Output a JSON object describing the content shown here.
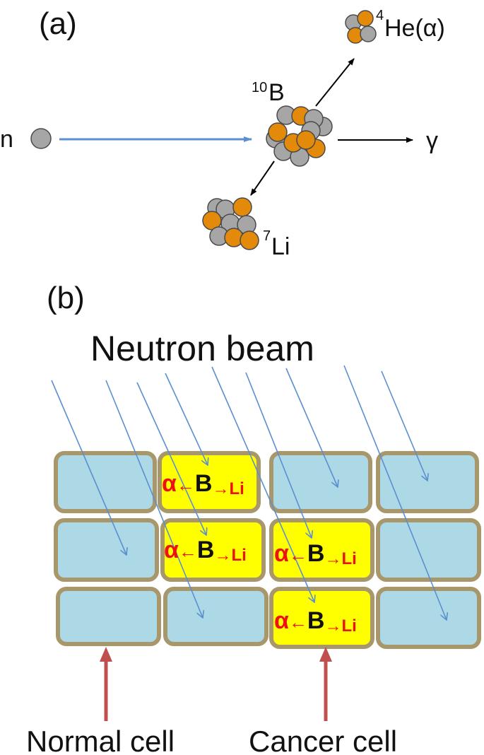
{
  "panel_a": {
    "label": "(a)",
    "neutron_label": "n",
    "boron": {
      "mass": "10",
      "symbol": "B"
    },
    "helium": {
      "mass": "4",
      "symbol": "He(α)"
    },
    "lithium": {
      "mass": "7",
      "symbol": "Li"
    },
    "gamma_label": "γ"
  },
  "panel_b": {
    "label": "(b)",
    "beam_title": "Neutron beam",
    "reaction": {
      "alpha": "α",
      "left_arrow": "←",
      "boron": "B",
      "right_arrow": "→",
      "lithium": "Li"
    },
    "normal_cell_label": "Normal cell",
    "cancer_cell_label": "Cancer cell"
  },
  "colors": {
    "normal_cell_fill": "#add8e6",
    "cancer_cell_fill": "#ffff00",
    "cell_border": "#a8976a",
    "beam": "#5b8fd0",
    "pointer_arrow": "#c0504d",
    "reaction_text": "#ee1111",
    "nucleon_gray": "#a6a6a6",
    "nucleon_orange": "#e38a0a"
  }
}
